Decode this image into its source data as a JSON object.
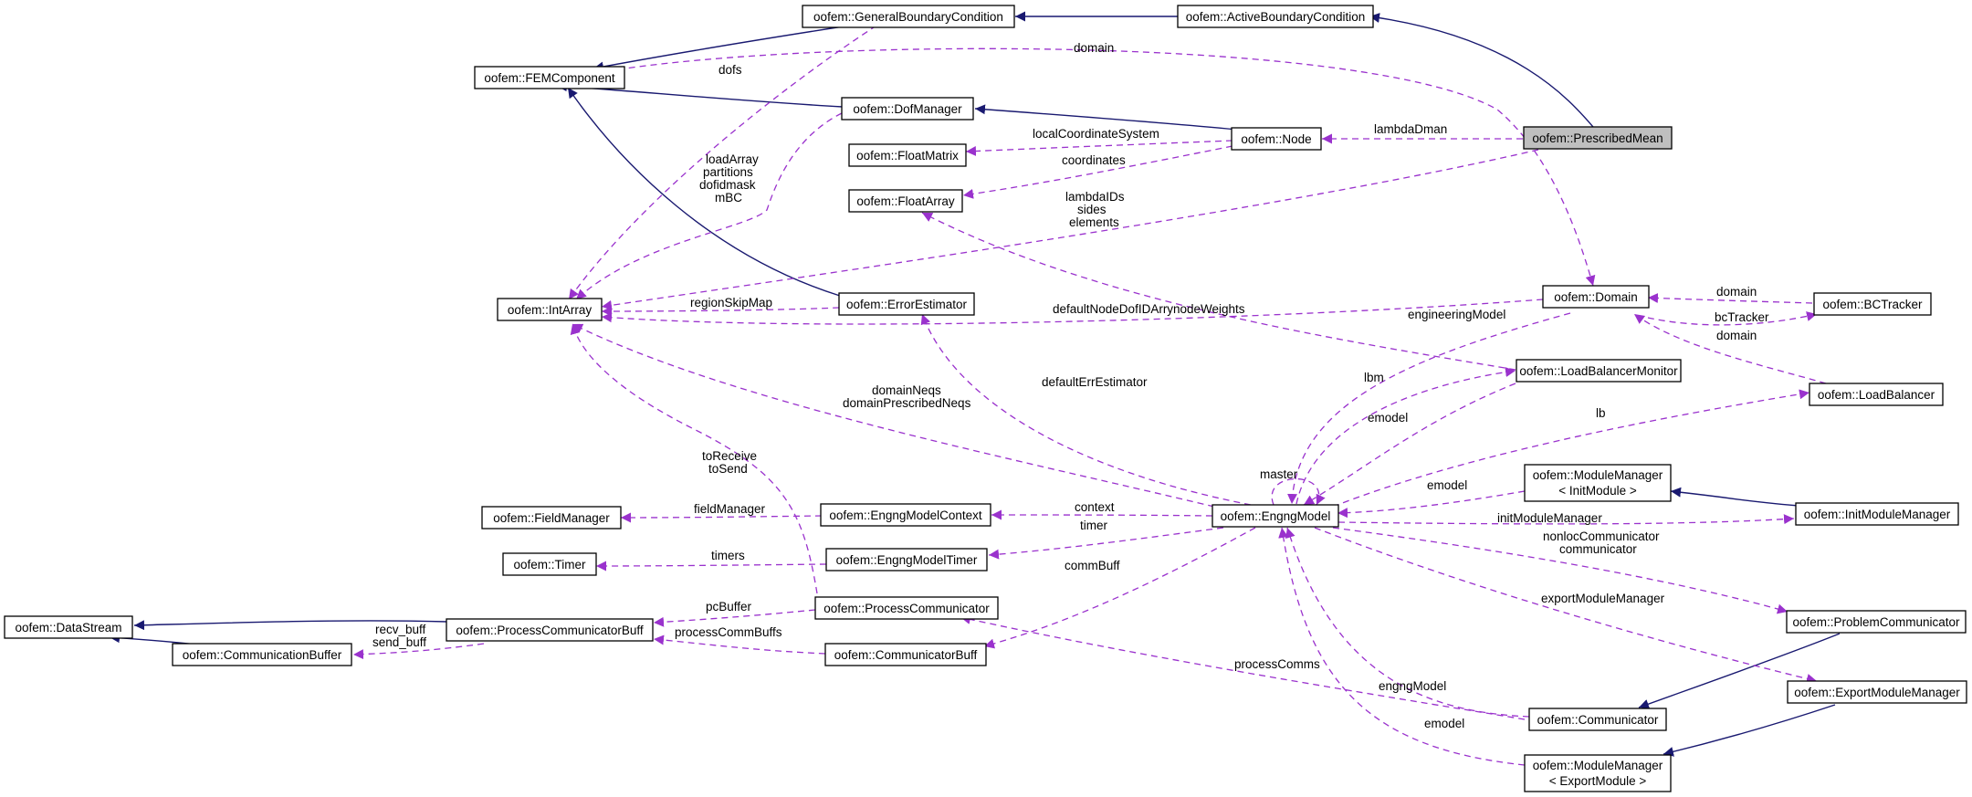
{
  "colors": {
    "inheritance": "#191970",
    "usage": "#9a32cd",
    "highlight": "#bfbfbf"
  },
  "nodes": {
    "general_bc": "oofem::GeneralBoundaryCondition",
    "active_bc": "oofem::ActiveBoundaryCondition",
    "fem_component": "oofem::FEMComponent",
    "dof_manager": "oofem::DofManager",
    "node": "oofem::Node",
    "prescribed_mean": "oofem::PrescribedMean",
    "float_matrix": "oofem::FloatMatrix",
    "float_array": "oofem::FloatArray",
    "int_array": "oofem::IntArray",
    "error_estimator": "oofem::ErrorEstimator",
    "domain": "oofem::Domain",
    "bc_tracker": "oofem::BCTracker",
    "load_balancer_monitor": "oofem::LoadBalancerMonitor",
    "load_balancer": "oofem::LoadBalancer",
    "field_manager": "oofem::FieldManager",
    "engng_model_context": "oofem::EngngModelContext",
    "engng_model": "oofem::EngngModel",
    "module_manager_init_1": "oofem::ModuleManager",
    "module_manager_init_2": "< InitModule >",
    "init_module_manager": "oofem::InitModuleManager",
    "timer": "oofem::Timer",
    "engng_model_timer": "oofem::EngngModelTimer",
    "process_communicator": "oofem::ProcessCommunicator",
    "problem_communicator": "oofem::ProblemCommunicator",
    "data_stream": "oofem::DataStream",
    "process_communicator_buff": "oofem::ProcessCommunicatorBuff",
    "communication_buffer": "oofem::CommunicationBuffer",
    "communicator_buff": "oofem::CommunicatorBuff",
    "export_module_manager": "oofem::ExportModuleManager",
    "communicator": "oofem::Communicator",
    "module_manager_export_1": "oofem::ModuleManager",
    "module_manager_export_2": "< ExportModule >"
  },
  "labels": {
    "domain_top": "domain",
    "dofs": "dofs",
    "lambda_dman": "lambdaDman",
    "local_coordinate_system": "localCoordinateSystem",
    "coordinates": "coordinates",
    "load_array": "loadArray",
    "partitions": "partitions",
    "dofidmask": "dofidmask",
    "mbc": "mBC",
    "lambda_ids": "lambdaIDs",
    "sides": "sides",
    "elements": "elements",
    "region_skip_map": "regionSkipMap",
    "default_node_dof_id_arry": "defaultNodeDofIDArry",
    "node_weights": "nodeWeights",
    "domain_bc": "domain",
    "bc_tracker": "bcTracker",
    "domain_lb": "domain",
    "engineering_model": "engineeringModel",
    "lbm": "lbm",
    "default_err_estimator": "defaultErrEstimator",
    "domain_neqs": "domainNeqs",
    "domain_prescribed_neqs": "domainPrescribedNeqs",
    "emodel_lbm": "emodel",
    "lb": "lb",
    "to_receive": "toReceive",
    "to_send": "toSend",
    "master": "master",
    "emodel_mm": "emodel",
    "field_manager": "fieldManager",
    "context": "context",
    "init_module_manager": "initModuleManager",
    "timers": "timers",
    "timer": "timer",
    "nonloc_communicator": "nonlocCommunicator",
    "communicator": "communicator",
    "comm_buff": "commBuff",
    "pc_buffer": "pcBuffer",
    "export_module_manager": "exportModuleManager",
    "recv_buff": "recv_buff",
    "send_buff": "send_buff",
    "process_comm_buffs": "processCommBuffs",
    "process_comms": "processComms",
    "engng_model": "engngModel",
    "emodel_export": "emodel"
  }
}
